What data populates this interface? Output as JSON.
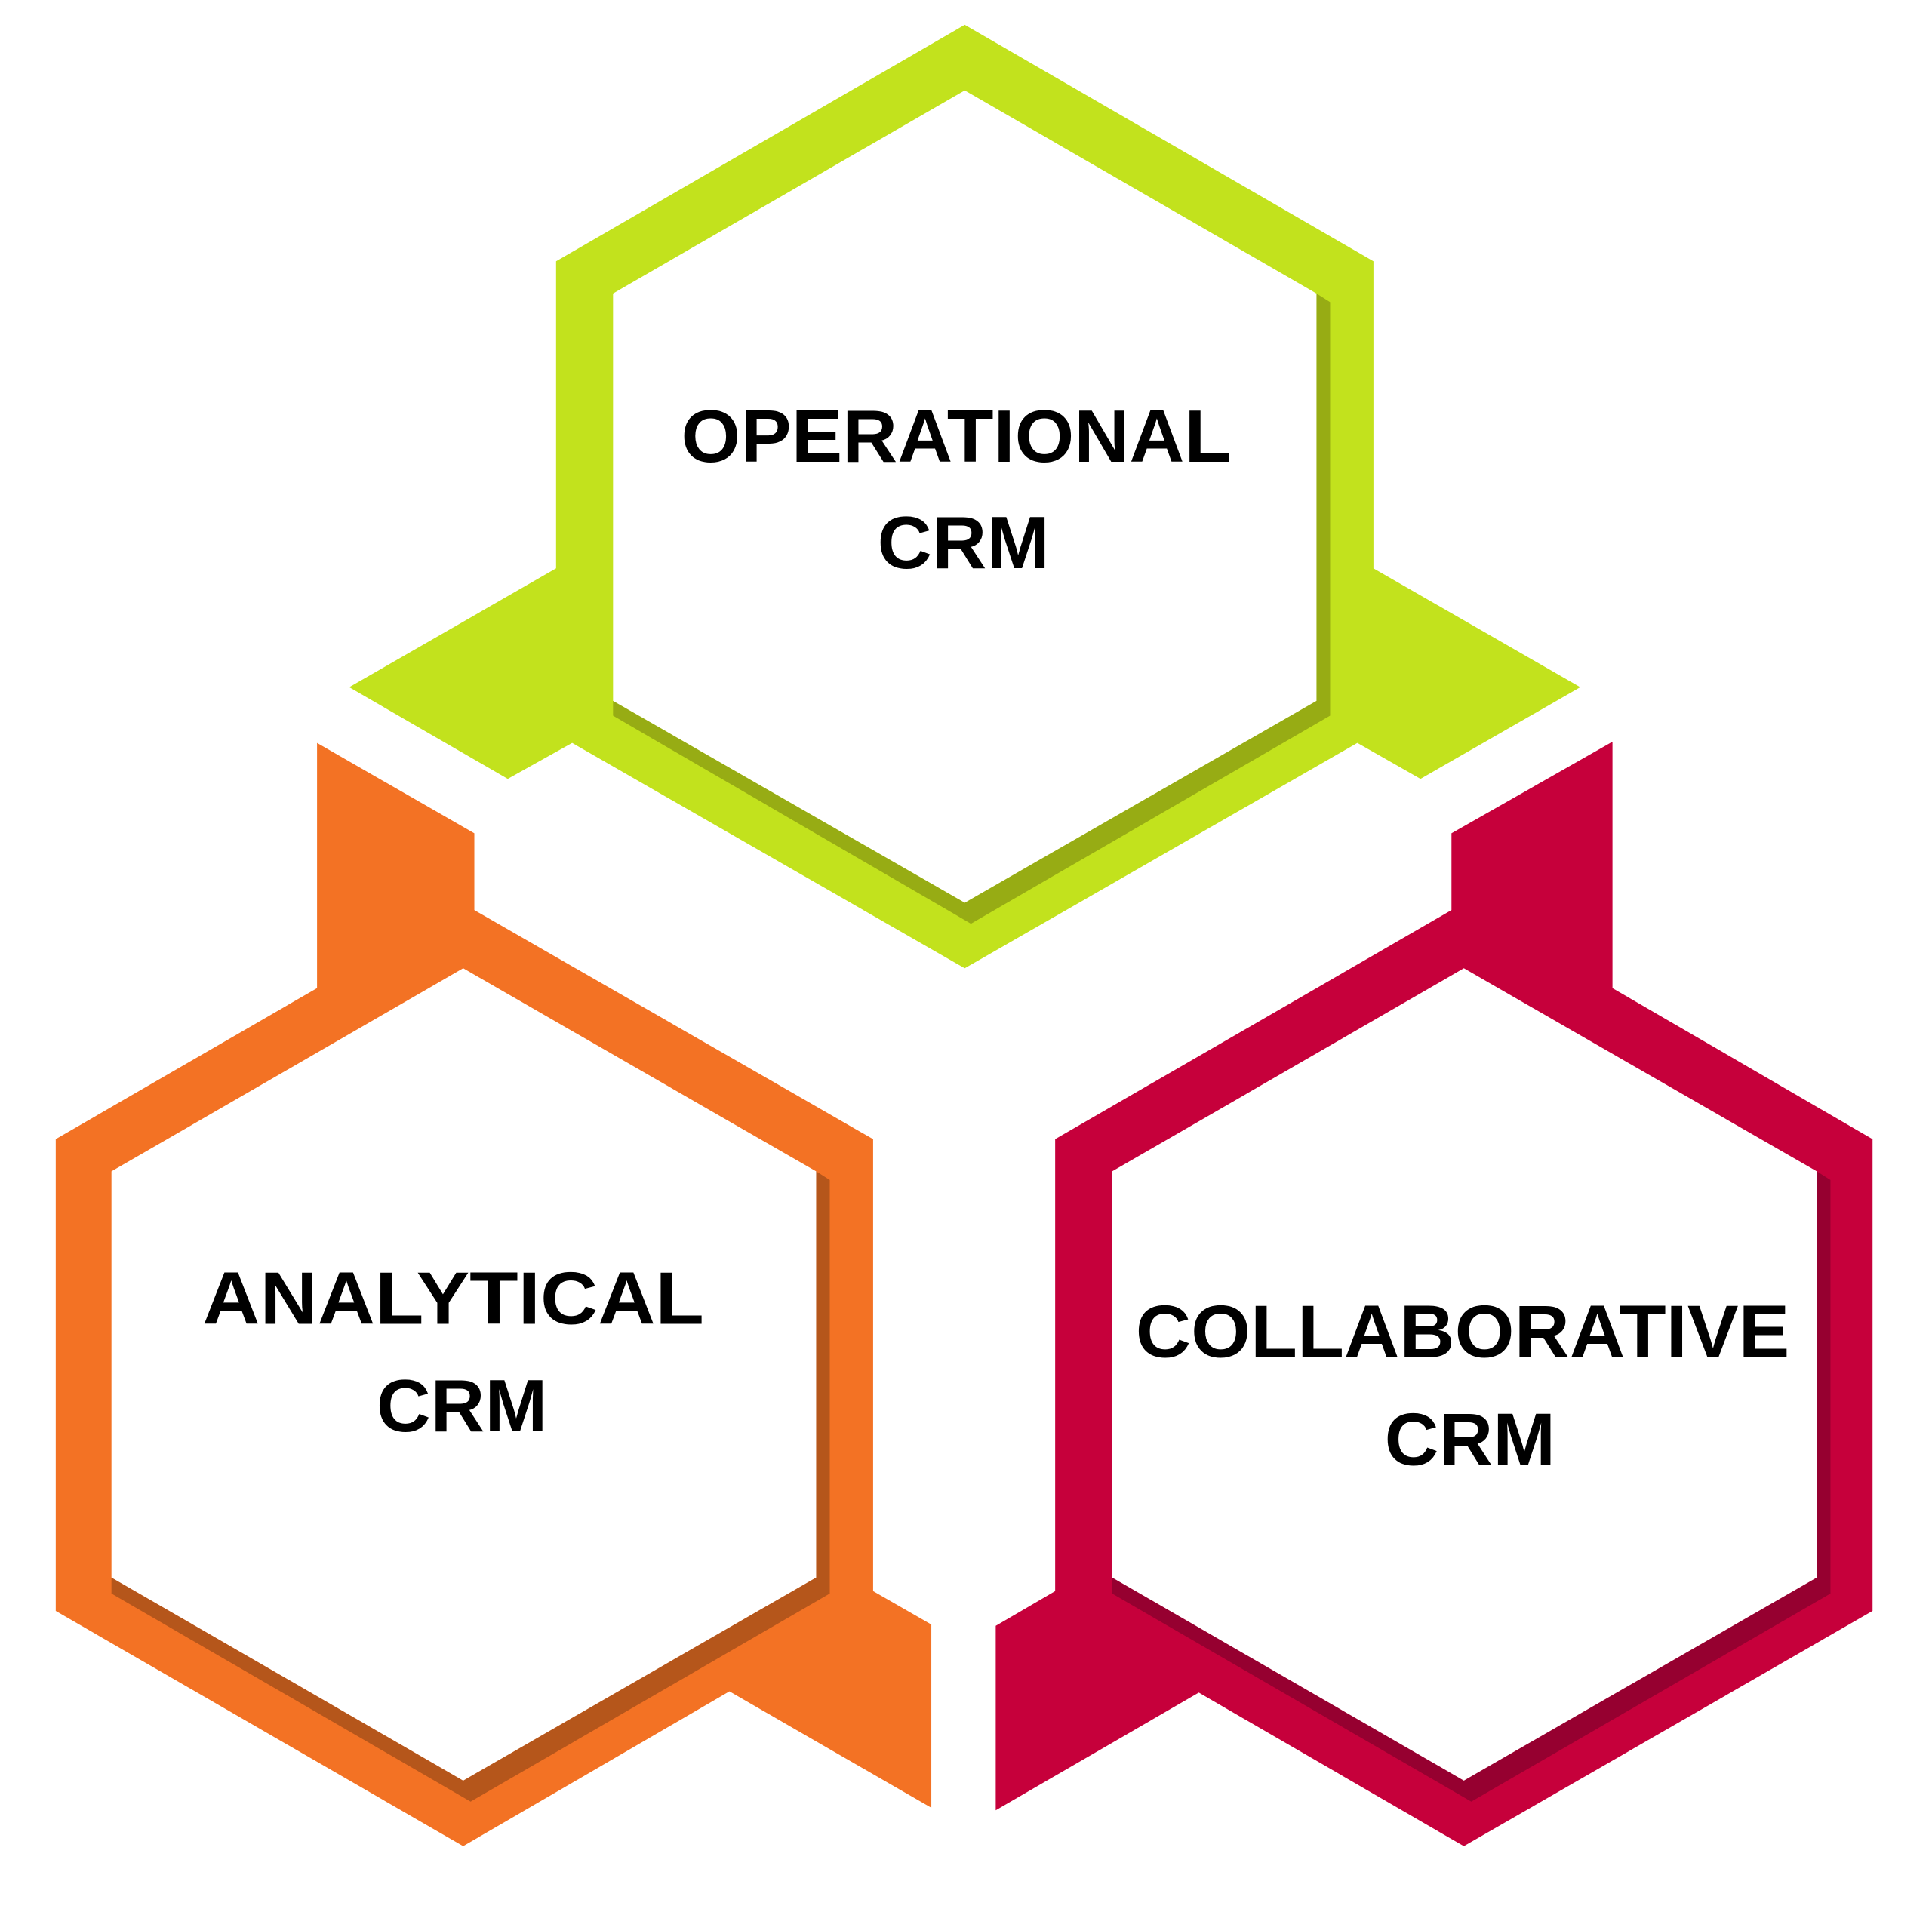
{
  "colors": {
    "operational": "#c2e21d",
    "operational_shadow": "#97ac14",
    "analytical": "#f37224",
    "analytical_shadow": "#b5561b",
    "collaborative": "#c6003b",
    "collaborative_shadow": "#960030",
    "text": "#000000"
  },
  "hexagons": [
    {
      "id": "operational",
      "line1": "OPERATIONAL",
      "line2": "CRM"
    },
    {
      "id": "analytical",
      "line1": "ANALYTICAL",
      "line2": "CRM"
    },
    {
      "id": "collaborative",
      "line1": "COLLABORATIVE",
      "line2": "CRM"
    }
  ]
}
